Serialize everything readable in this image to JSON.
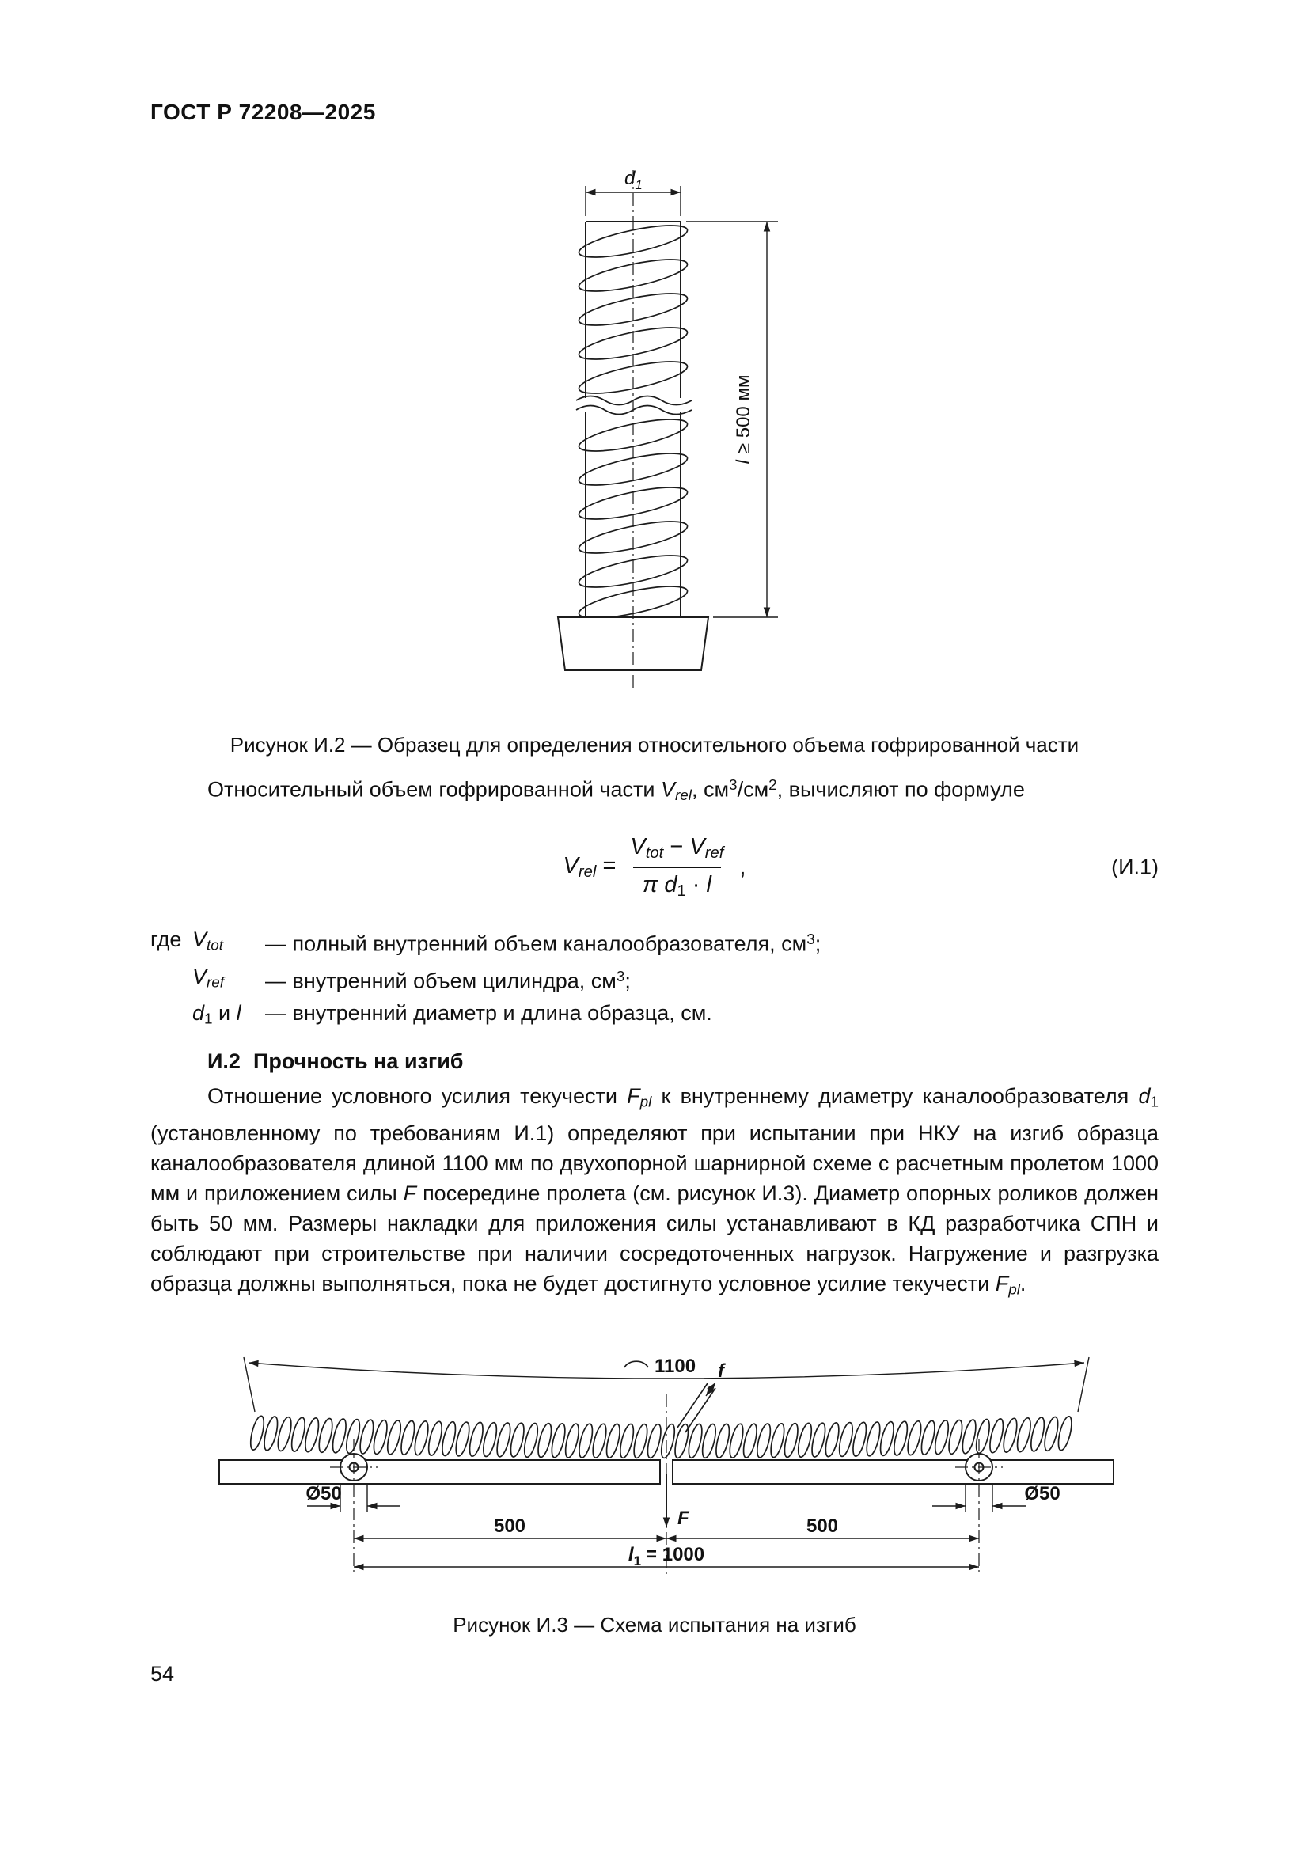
{
  "page": {
    "header": "ГОСТ Р 72208—2025",
    "number": "54"
  },
  "fig2": {
    "caption": "Рисунок И.2 — Образец для определения относительного объема гофрированной части",
    "d_var": "d",
    "d_sub": "1",
    "len_var": "l",
    "len_rest": "≥ 500 мм"
  },
  "intro": {
    "parts": [
      {
        "t": "Относительный объем гофрированной части "
      },
      {
        "t": "V",
        "s": "i"
      },
      {
        "t": "rel",
        "s": "subi"
      },
      {
        "t": ", см"
      },
      {
        "t": "3",
        "s": "sup"
      },
      {
        "t": "/см"
      },
      {
        "t": "2",
        "s": "sup"
      },
      {
        "t": ", вычисляют по формуле"
      }
    ]
  },
  "formula": {
    "lhs": [
      {
        "t": "V",
        "s": "i"
      },
      {
        "t": "rel",
        "s": "subi"
      },
      {
        "t": " = "
      }
    ],
    "num": [
      {
        "t": "V",
        "s": "i"
      },
      {
        "t": "tot",
        "s": "subi"
      },
      {
        "t": " − "
      },
      {
        "t": "V",
        "s": "i"
      },
      {
        "t": "ref",
        "s": "subi"
      }
    ],
    "den": [
      {
        "t": "π",
        "s": "i"
      },
      {
        "t": " "
      },
      {
        "t": "d",
        "s": "i"
      },
      {
        "t": "1",
        "s": "sub"
      },
      {
        "t": " · "
      },
      {
        "t": "l",
        "s": "i"
      }
    ],
    "comma": ",",
    "label": "(И.1)"
  },
  "where": {
    "pre": "где",
    "rows": [
      {
        "term": [
          {
            "t": "V",
            "s": "i"
          },
          {
            "t": "tot",
            "s": "subi"
          }
        ],
        "def": [
          {
            "t": "— полный внутренний объем каналообразователя, см"
          },
          {
            "t": "3",
            "s": "sup"
          },
          {
            "t": ";"
          }
        ]
      },
      {
        "term": [
          {
            "t": "V",
            "s": "i"
          },
          {
            "t": "ref",
            "s": "subi"
          }
        ],
        "def": [
          {
            "t": "— внутренний объем цилиндра, см"
          },
          {
            "t": "3",
            "s": "sup"
          },
          {
            "t": ";"
          }
        ]
      },
      {
        "term": [
          {
            "t": "d",
            "s": "i"
          },
          {
            "t": "1",
            "s": "sub"
          },
          {
            "t": " и "
          },
          {
            "t": "l",
            "s": "i"
          }
        ],
        "def": [
          {
            "t": "— внутренний диаметр и длина образца, см."
          }
        ]
      }
    ]
  },
  "section": {
    "num": "И.2",
    "title": "Прочность на изгиб",
    "paragraph": [
      {
        "t": "Отношение условного усилия текучести "
      },
      {
        "t": "F",
        "s": "i"
      },
      {
        "t": "pl",
        "s": "subi"
      },
      {
        "t": " к внутреннему диаметру каналообразователя "
      },
      {
        "t": "d",
        "s": "i"
      },
      {
        "t": "1",
        "s": "sub"
      },
      {
        "t": " (установленному по требованиям И.1) определяют при испытании при НКУ на изгиб образца каналообразователя длиной 1100 мм по двухопорной шарнирной схеме с расчетным пролетом 1000 мм и приложением силы "
      },
      {
        "t": "F",
        "s": "i"
      },
      {
        "t": " посередине пролета (см. рисунок И.3). Диаметр опорных роликов должен быть 50 мм. Размеры накладки для приложения силы устанавливают в КД разработчика СПН и соблюдают при строительстве при наличии сосредоточенных нагрузок. Нагружение и разгрузка образца должны выполняться, пока не будет достигнуто условное усилие текучести "
      },
      {
        "t": "F",
        "s": "i"
      },
      {
        "t": "pl",
        "s": "subi"
      },
      {
        "t": "."
      }
    ]
  },
  "fig3": {
    "caption": "Рисунок И.3 — Схема испытания на изгиб",
    "span": "1100",
    "f": "f",
    "force": "F",
    "dia_l": "Ø50",
    "dia_r": "Ø50",
    "seg_l": "500",
    "seg_r": "500",
    "total_var": "l",
    "total_sub": "1",
    "total_rest": "= 1000"
  }
}
